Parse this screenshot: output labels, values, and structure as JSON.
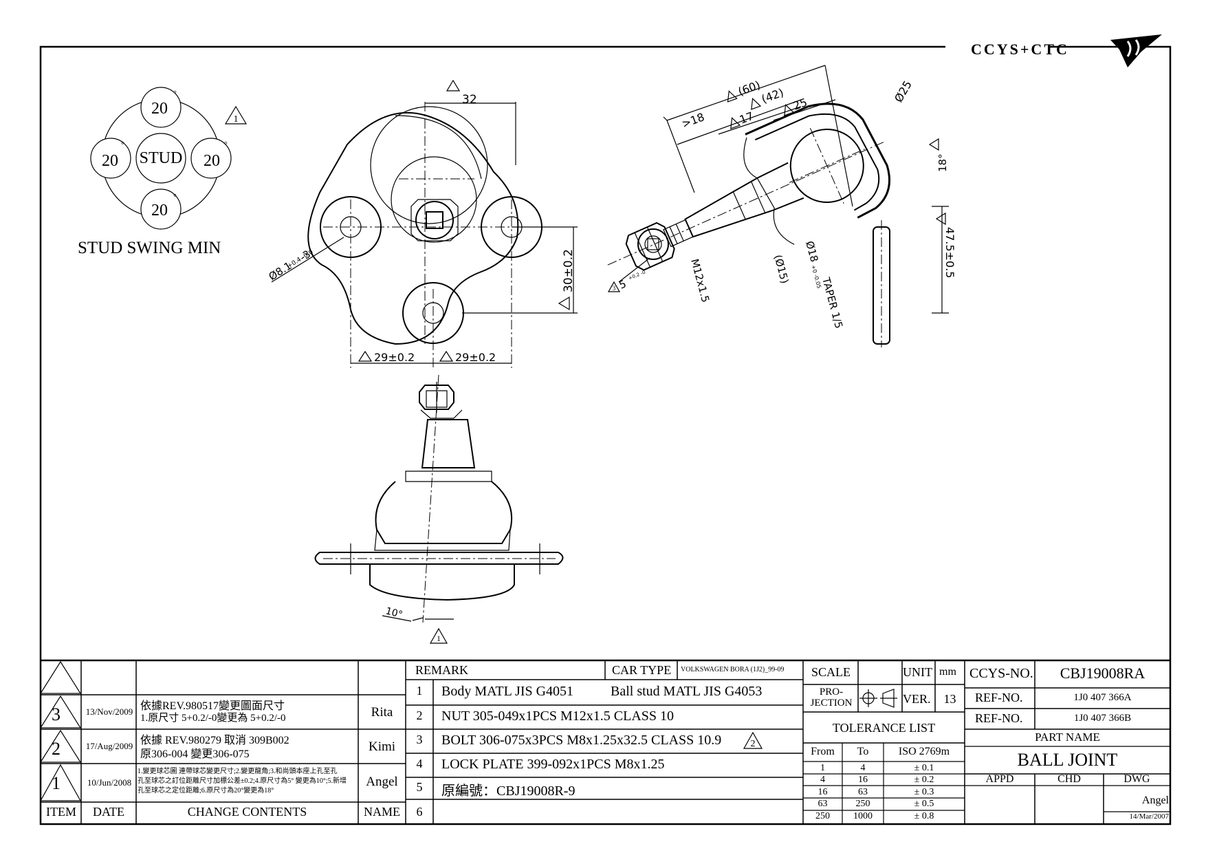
{
  "brand": {
    "logo_text": "CCYS+CTC"
  },
  "stud_swing": {
    "center_label": "STUD",
    "top": "20",
    "left": "20",
    "right": "20",
    "bottom": "20",
    "degree_mark": "°",
    "caption": "STUD SWING MIN",
    "rev_mark": "1"
  },
  "top_view_dims": {
    "width_top": "32",
    "hole": "Ø8.1",
    "hole_tol": "+0.4 -0.0",
    "hole_tail": "-3",
    "height": "30±0.2",
    "span_left": "29±0.2",
    "span_right": "29±0.2"
  },
  "side_view_dims": {
    "d60": "(60)",
    "d42": "(42)",
    "d25": "25",
    "d18": ">18",
    "d17": "17",
    "ball": "Ø25",
    "angle": "18°",
    "height": "47.5±0.5",
    "thread": "M12x1.5",
    "dia15": "(Ø15)",
    "taper_dia": "Ø18",
    "taper_tol": "+0 -0.05",
    "taper": "TAPER 1/5",
    "hex": "5",
    "hex_tol": "+0.2 -0",
    "rev_mark": "3"
  },
  "front_view_dims": {
    "angle": "10°",
    "rev_mark": "1"
  },
  "revisions": [
    {
      "mark": "3",
      "date": "13/Nov/2009",
      "content_1": "依據REV.980517變更圖面尺寸",
      "content_2": "1.原尺寸 5+0.2/-0變更為 5+0.2/-0",
      "name": "Rita"
    },
    {
      "mark": "2",
      "date": "17/Aug/2009",
      "content_1": "依據 REV.980279 取消 309B002",
      "content_2": "原306-004 變更306-075",
      "name": "Kimi"
    },
    {
      "mark": "1",
      "date": "10/Jun/2008",
      "content_1": "1.變更球芯圖 連帶球芯變更尺寸;2.變更龍角;3.和尚頭本座上孔至孔",
      "content_2": "孔至球芯之訂位距離尺寸加標公差±0.2;4.原尺寸為5° 變更為10°;5.新增",
      "content_3": "孔至球芯之定位距離;6.原尺寸為20°變更為18°",
      "name": "Angel"
    }
  ],
  "rev_headers": {
    "item": "ITEM",
    "date": "DATE",
    "contents": "CHANGE CONTENTS",
    "name": "NAME"
  },
  "remark": {
    "label": "REMARK",
    "car_type_label": "CAR TYPE",
    "car_type": "VOLKSWAGEN BORA (1J2)_99-09",
    "rows": [
      {
        "no": "1",
        "text": "Body MATL JIS G4051",
        "text2": "Ball stud MATL JIS G4053"
      },
      {
        "no": "2",
        "text": "NUT 305-049x1PCS M12x1.5 CLASS 10"
      },
      {
        "no": "3",
        "text": "BOLT 306-075x3PCS M8x1.25x32.5 CLASS 10.9",
        "mark": "2"
      },
      {
        "no": "4",
        "text": "LOCK PLATE 399-092x1PCS M8x1.25"
      },
      {
        "no": "5",
        "text": "原編號：CBJ19008R-9"
      },
      {
        "no": "6",
        "text": ""
      }
    ]
  },
  "scale": {
    "label": "SCALE",
    "unit_label": "UNIT",
    "unit": "mm",
    "projection": "PRO-JECTION",
    "ver_label": "VER.",
    "ver": "13"
  },
  "tolerance": {
    "title": "TOLERANCE LIST",
    "headers": [
      "From",
      "To",
      "ISO 2769m"
    ],
    "rows": [
      [
        "1",
        "4",
        "± 0.1"
      ],
      [
        "4",
        "16",
        "± 0.2"
      ],
      [
        "16",
        "63",
        "± 0.3"
      ],
      [
        "63",
        "250",
        "± 0.5"
      ],
      [
        "250",
        "1000",
        "± 0.8"
      ]
    ]
  },
  "info": {
    "ccys_label": "CCYS-NO.",
    "ccys_no": "CBJ19008RA",
    "ref_label": "REF-NO.",
    "ref1": "1J0 407 366A",
    "ref2": "1J0 407 366B",
    "part_name_label": "PART NAME",
    "part_name": "BALL JOINT",
    "appd": "APPD",
    "chd": "CHD",
    "dwg": "DWG",
    "drawer": "Angel",
    "date": "14/Mar/2007"
  }
}
